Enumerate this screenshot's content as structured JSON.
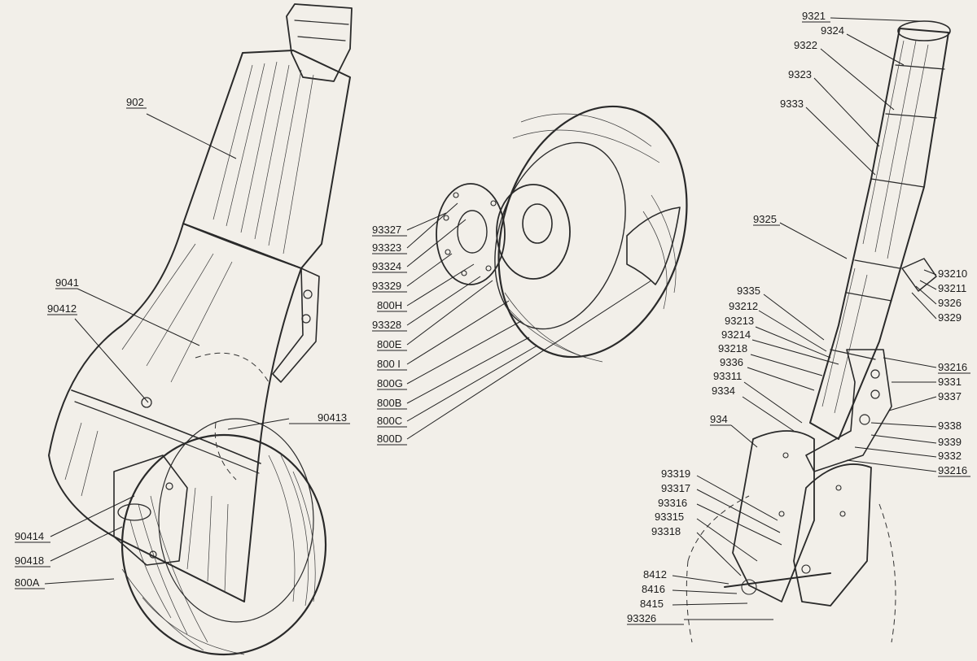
{
  "figures": {
    "left": {
      "labels": [
        "902",
        "9041",
        "90412",
        "90413",
        "90414",
        "90418",
        "800A"
      ]
    },
    "center": {
      "labels": [
        "93327",
        "93323",
        "93324",
        "93329",
        "800H",
        "93328",
        "800E",
        "800 I",
        "800G",
        "800B",
        "800C",
        "800D"
      ]
    },
    "right": {
      "labels": [
        "9321",
        "9324",
        "9322",
        "9323",
        "9333",
        "9325",
        "9335",
        "93212",
        "93213",
        "93214",
        "93218",
        "9336",
        "93311",
        "9334",
        "934",
        "93210",
        "93211",
        "9326",
        "9329",
        "93216",
        "9331",
        "9337",
        "9338",
        "9339",
        "9332",
        "93216",
        "93319",
        "93317",
        "93316",
        "93315",
        "93318",
        "8412",
        "8416",
        "8415",
        "93326"
      ]
    }
  }
}
